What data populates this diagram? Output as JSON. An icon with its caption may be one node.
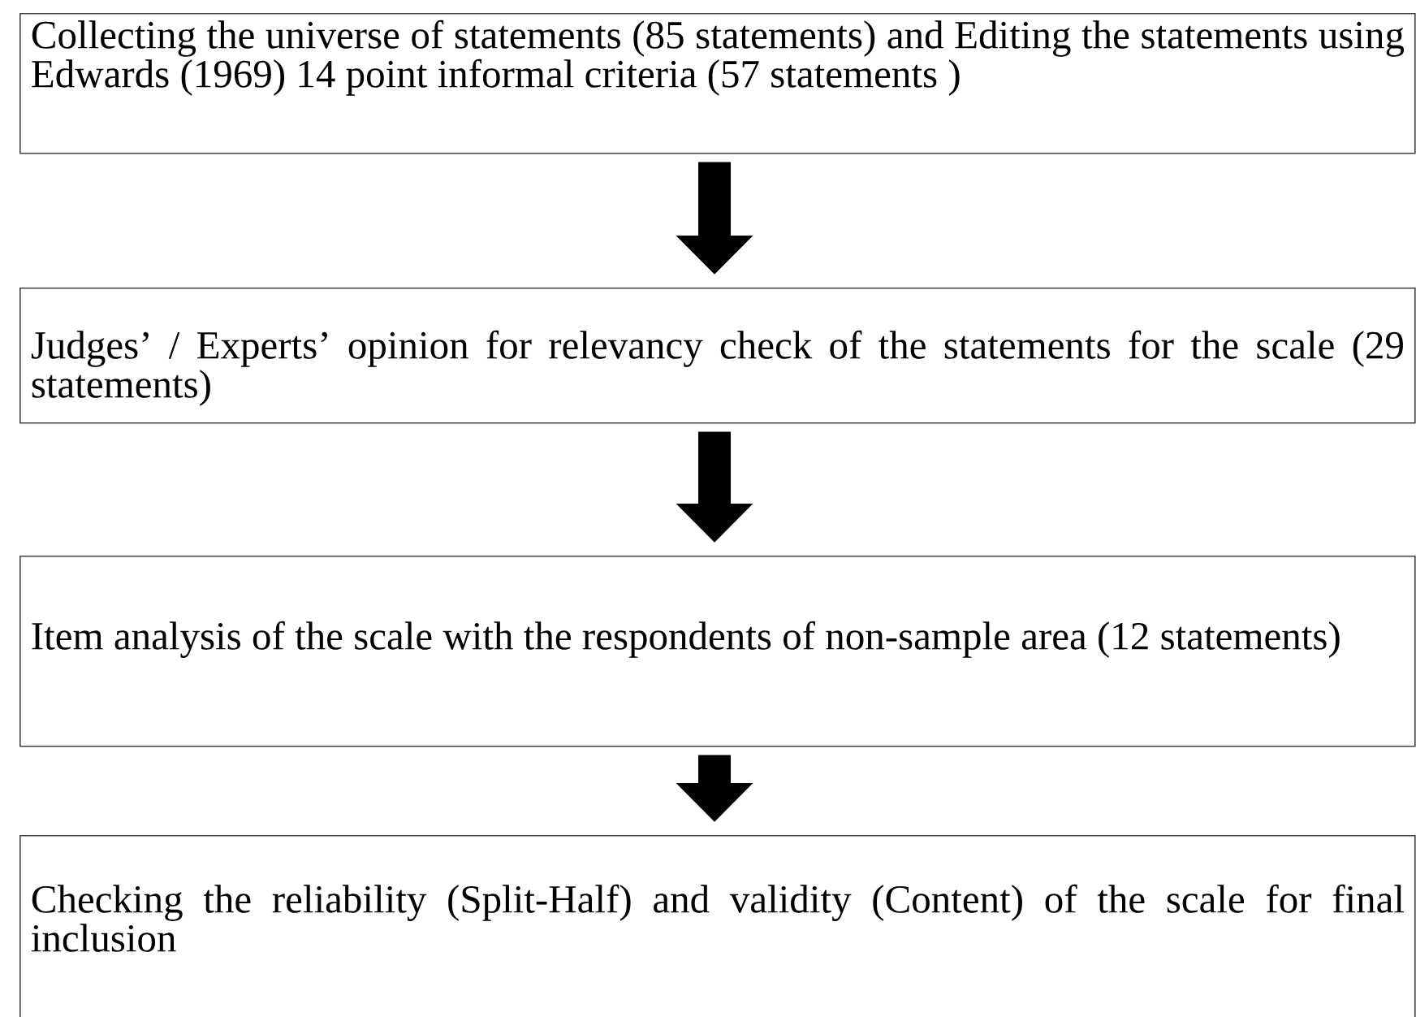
{
  "diagram": {
    "nodes": [
      {
        "text": [
          "Collecting the universe of statements (85 statements) and Editing the statements using Edwards (1969) 14 point informal criteria (57 statements )"
        ]
      },
      {
        "text": [
          "Judges’ / Experts’ opinion for relevancy check of the statements for the scale (29 statements)"
        ]
      },
      {
        "text": [
          "Item analysis of the scale with the respondents of non-sample area (12 statements)"
        ]
      },
      {
        "text": [
          "Checking the reliability (Split-Half) and validity (Content) of the scale for final inclusion"
        ]
      }
    ],
    "edges": [
      {
        "from": 0,
        "to": 1,
        "arrow": "to"
      },
      {
        "from": 1,
        "to": 2,
        "arrow": "to"
      },
      {
        "from": 2,
        "to": 3,
        "arrow": "to"
      }
    ]
  }
}
